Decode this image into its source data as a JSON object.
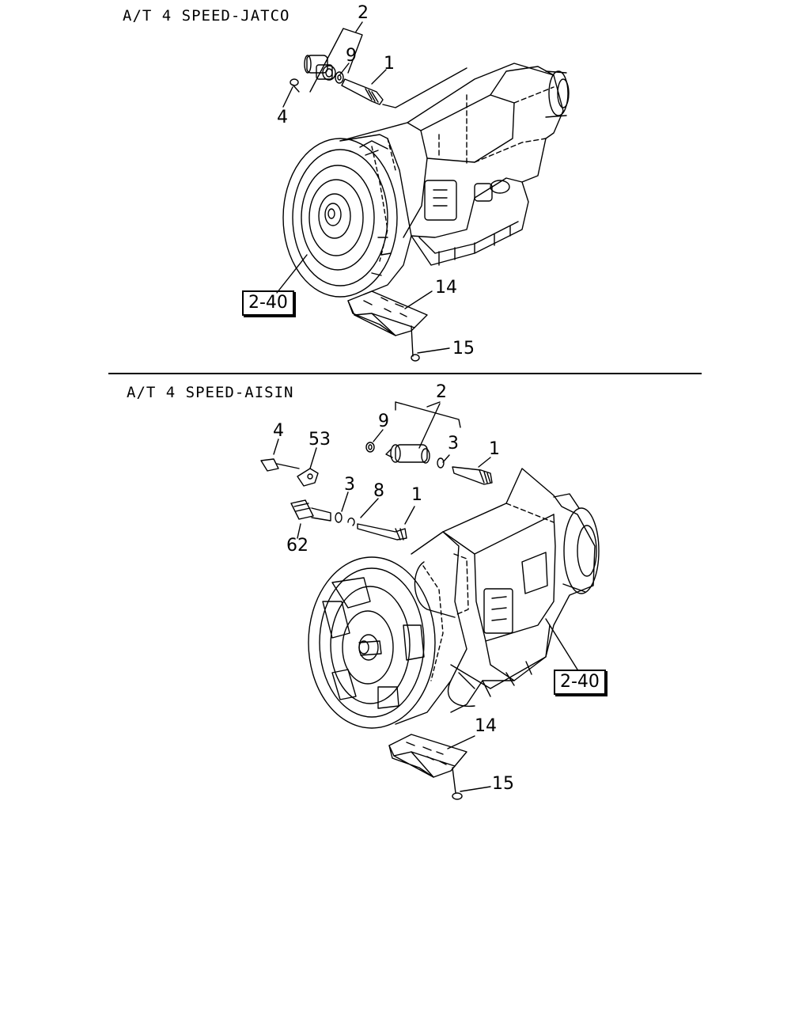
{
  "sections": [
    {
      "title": "A/T 4 SPEED-JATCO",
      "ref_box": "2-40",
      "labels": [
        "2",
        "9",
        "1",
        "4",
        "14",
        "15"
      ]
    },
    {
      "title": "A/T 4 SPEED-AISIN",
      "ref_box": "2-40",
      "labels": [
        "2",
        "9",
        "3",
        "1",
        "4",
        "53",
        "3",
        "8",
        "1",
        "62",
        "14",
        "15"
      ]
    }
  ]
}
